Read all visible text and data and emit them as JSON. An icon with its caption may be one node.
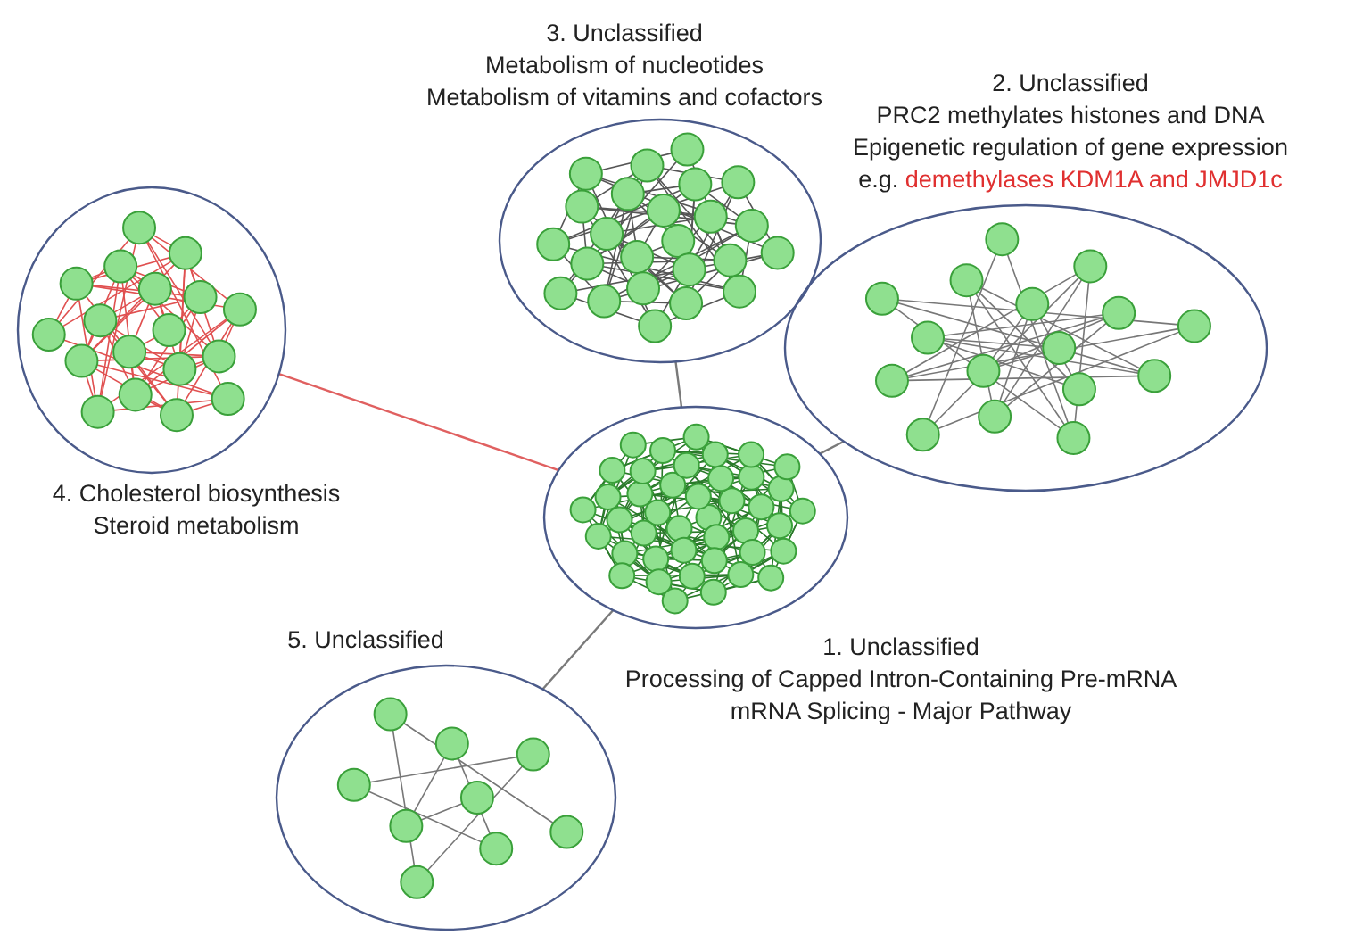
{
  "diagram": {
    "nodes": [
      {
        "text": [
          "3. Unclassified",
          "Metabolism of nucleotides",
          "Metabolism of vitamins and cofactors"
        ]
      },
      {
        "text": [
          "2. Unclassified",
          "PRC2 methylates histones and DNA",
          "Epigenetic regulation of gene expression",
          "e.g. demethylases KDM1A and JMJD1c"
        ]
      },
      {
        "text": [
          "4. Cholesterol biosynthesis",
          "Steroid metabolism"
        ]
      },
      {
        "text": [
          "1. Unclassified",
          "Processing of Capped Intron-Containing Pre-mRNA",
          "mRNA Splicing - Major Pathway"
        ]
      },
      {
        "text": [
          "5. Unclassified"
        ]
      }
    ],
    "edges": [
      {
        "from": 2,
        "to": 3,
        "arrow": "none",
        "color": "#e06060"
      },
      {
        "from": 3,
        "to": 0,
        "arrow": "none"
      },
      {
        "from": 3,
        "to": 1,
        "arrow": "none"
      },
      {
        "from": 3,
        "to": 4,
        "arrow": "none"
      }
    ]
  }
}
